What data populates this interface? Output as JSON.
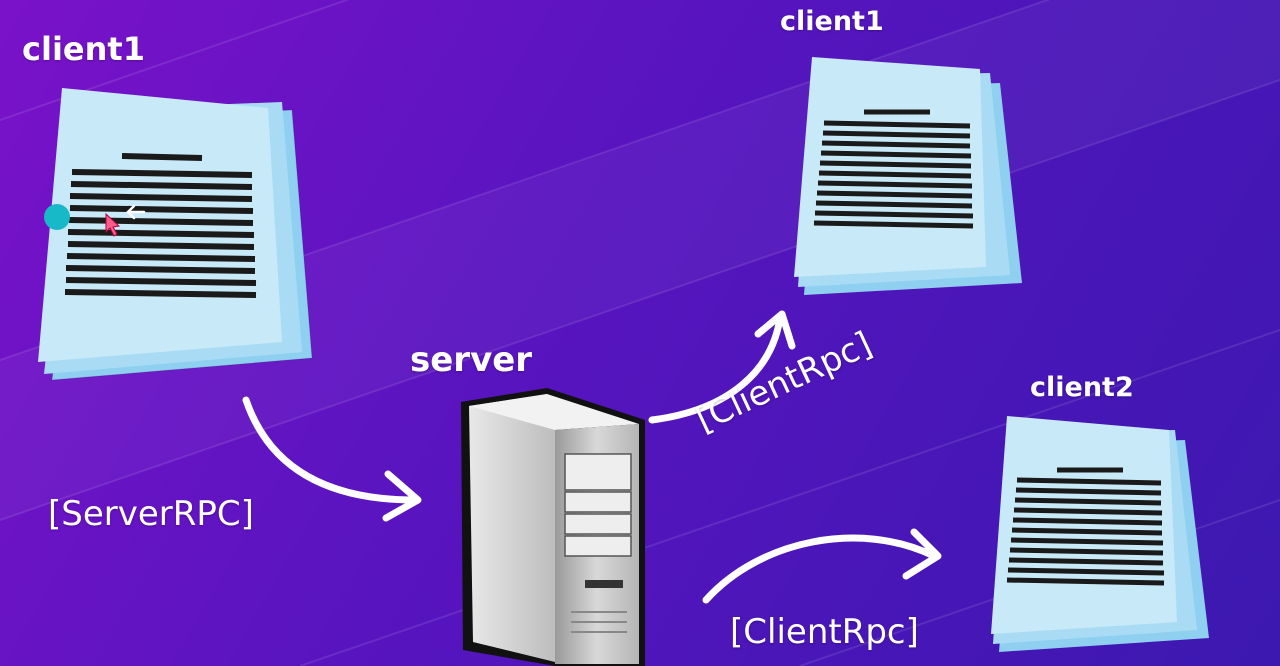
{
  "labels": {
    "client_left": "client1",
    "client_top_right": "client1",
    "client_bottom_right": "client2",
    "server": "server"
  },
  "arrows": {
    "server_rpc": "[ServerRPC]",
    "client_rpc_up": "[ClientRpc]",
    "client_rpc_down": "[ClientRpc]"
  },
  "icons": {
    "document": "document-stack-icon",
    "server": "server-tower-icon",
    "arrow": "curved-arrow-icon",
    "cursor": "mouse-cursor-icon"
  },
  "colors": {
    "background_start": "#7a12c9",
    "background_end": "#3c18b0",
    "paper": "#c8e9f7",
    "paper_back": "#8fd0f1",
    "text_lines": "#1a1a1a",
    "arrow": "#ffffff",
    "click_dot": "#17b9c9"
  }
}
